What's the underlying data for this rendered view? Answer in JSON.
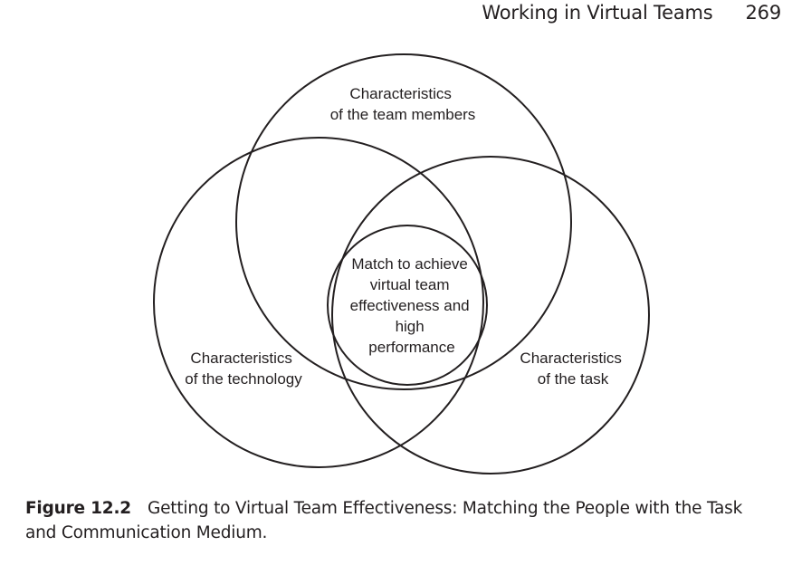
{
  "header": {
    "running_title": "Working in Virtual Teams",
    "page_number": "269"
  },
  "diagram": {
    "circles": {
      "team_members": [
        "Characteristics",
        "of the team members"
      ],
      "technology": [
        "Characteristics",
        "of the technology"
      ],
      "task": [
        "Characteristics",
        "of the task"
      ],
      "center": [
        "Match to achieve",
        "virtual team",
        "effectiveness and",
        "high",
        "performance"
      ]
    },
    "stroke_color": "#231f20"
  },
  "caption": {
    "label": "Figure 12.2",
    "text": "Getting to Virtual Team Effectiveness: Matching the People with the Task and Communication Medium."
  }
}
